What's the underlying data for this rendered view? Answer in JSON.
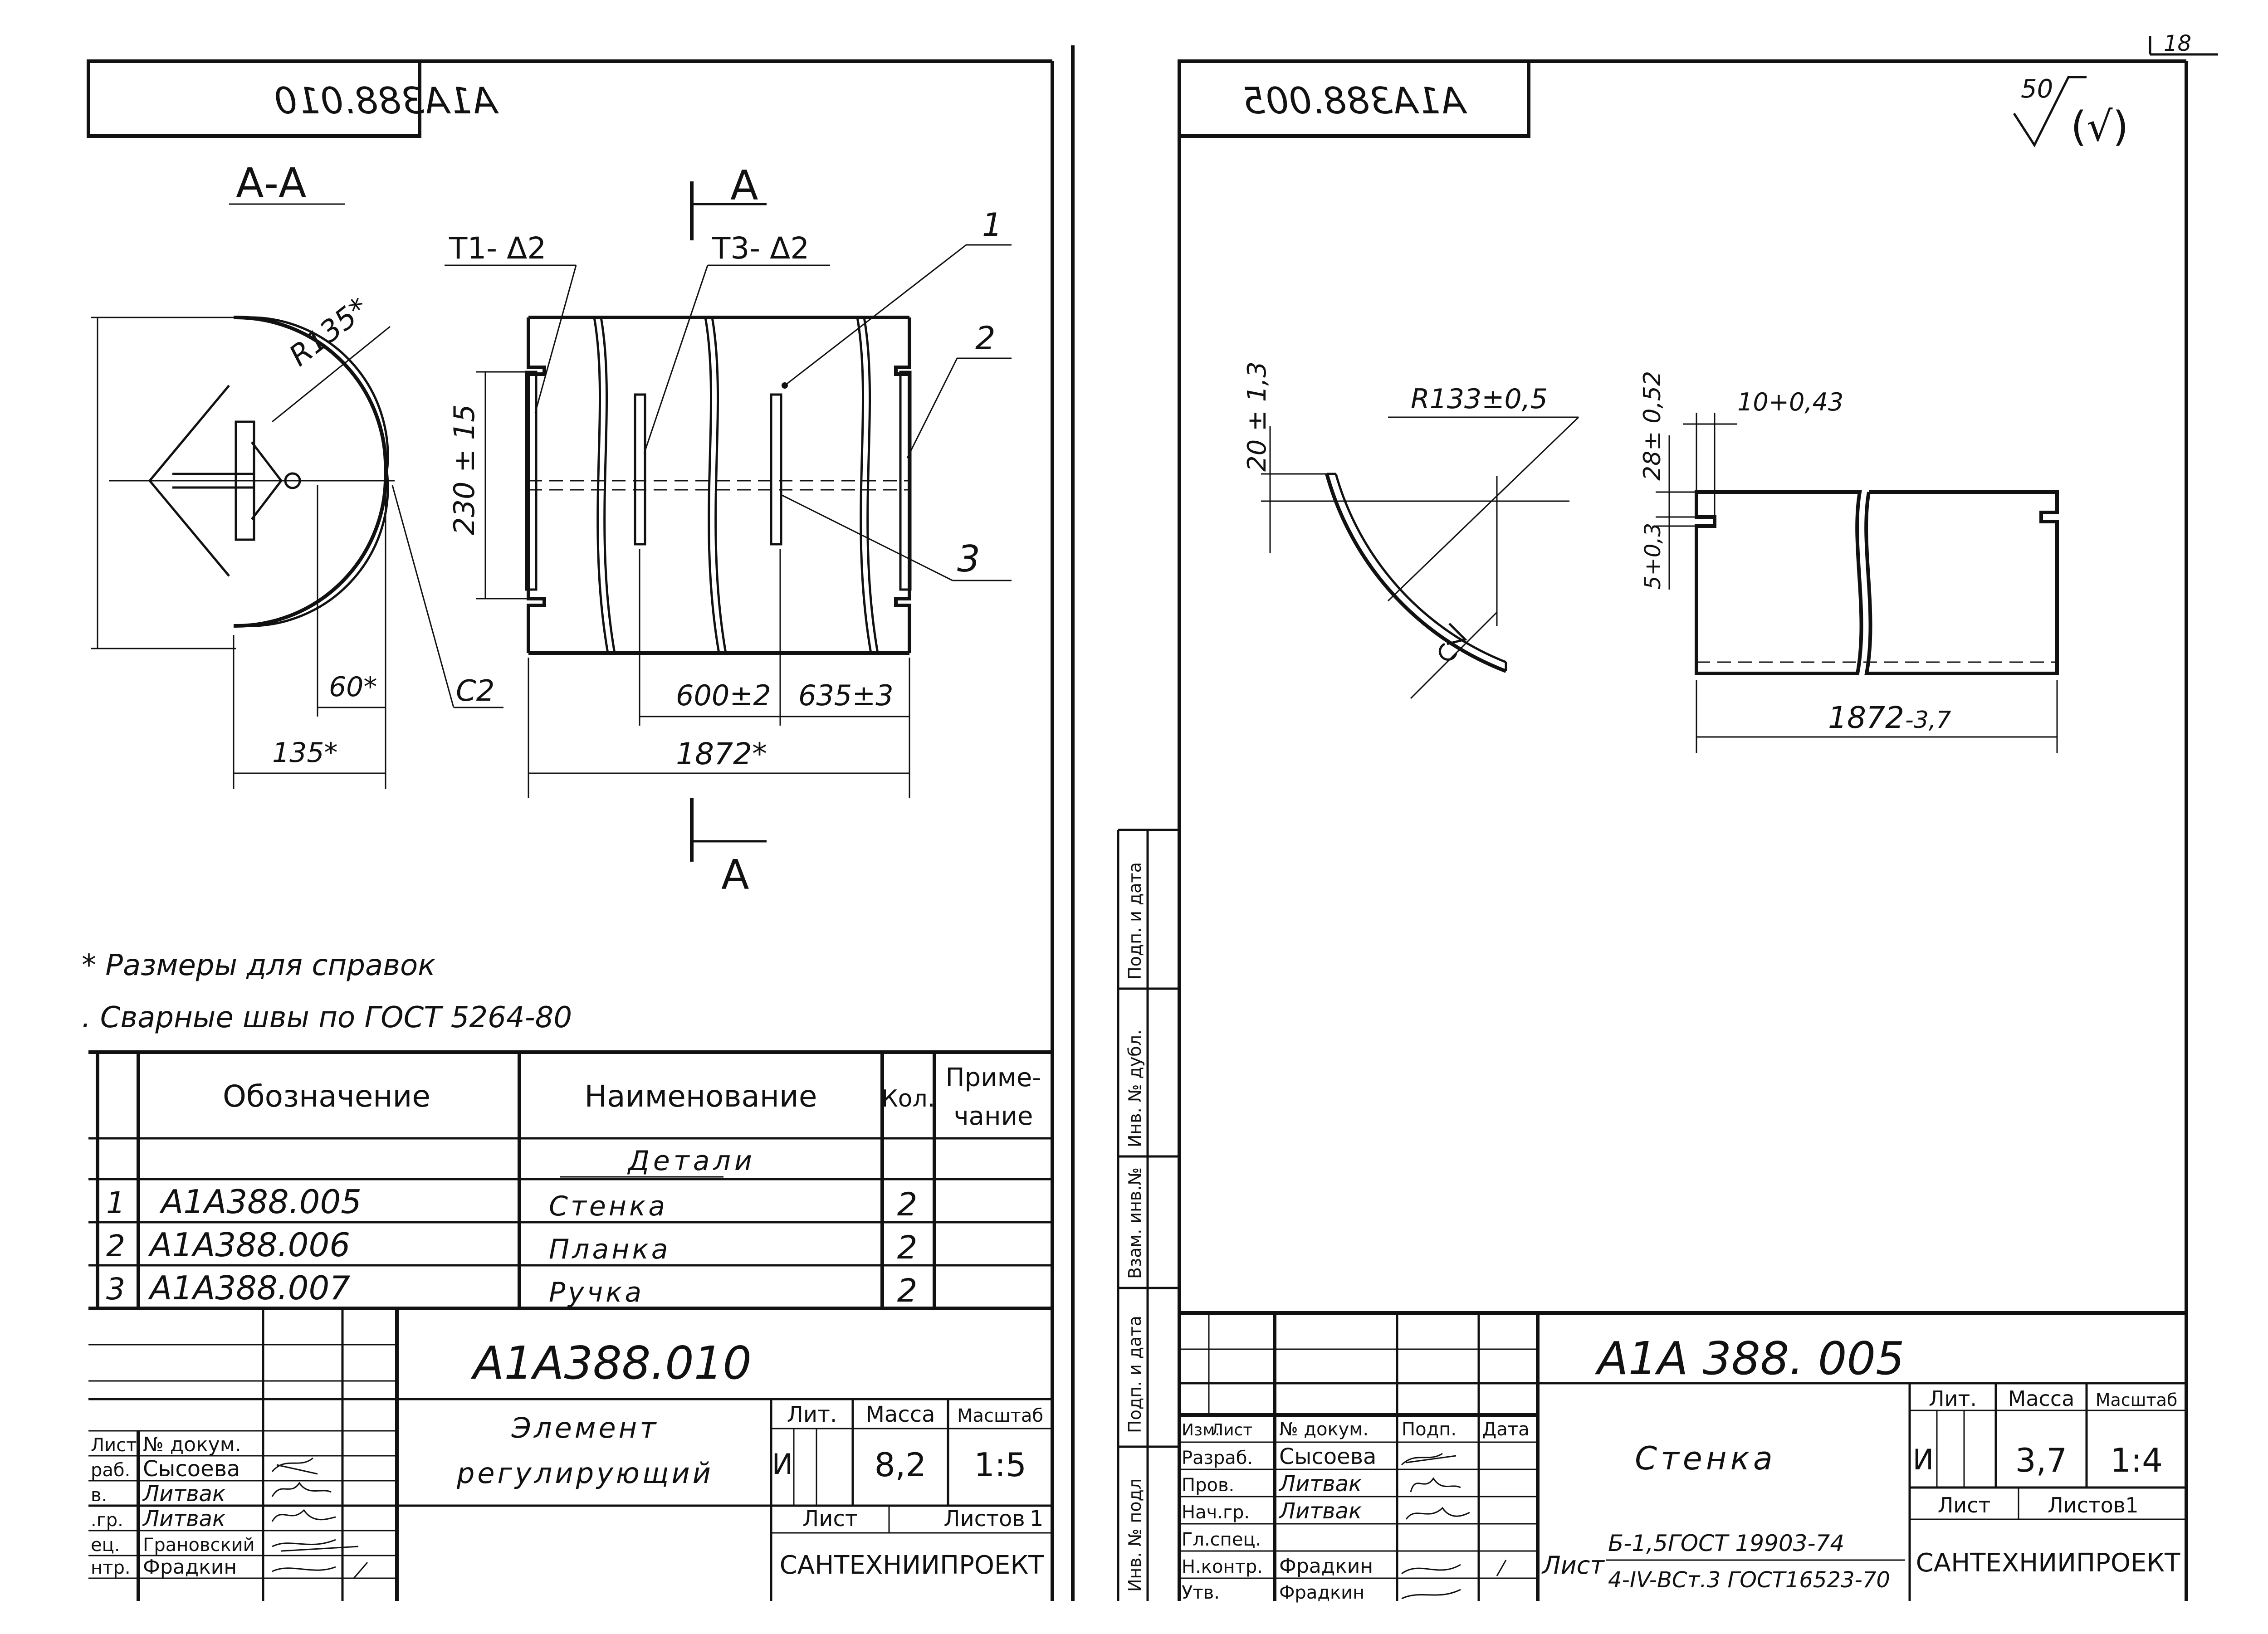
{
  "page_number": "18",
  "left_sheet": {
    "mirrored_stamp": "А1А388.010",
    "section_label": "А-А",
    "cut_marker": "А",
    "weld_labels": [
      "Т1- Δ2",
      "Т3- Δ2"
    ],
    "callouts": [
      "1",
      "2",
      "3"
    ],
    "dims": {
      "radius": "R135*",
      "height": "230 ± 15",
      "d60": "60*",
      "d135": "135*",
      "chamfer": "С2",
      "d600": "600±2",
      "d635": "635±3",
      "d1872": "1872*"
    },
    "notes": [
      "* Размеры  для справок",
      ". Сварные швы по  ГОСТ 5264-80"
    ],
    "spec_header": {
      "designation": "Обозначение",
      "name": "Наименование",
      "qty": "Кол.",
      "note_line1": "Приме-",
      "note_line2": "чание"
    },
    "spec_section": "Детали",
    "spec_rows": [
      {
        "pos": "1",
        "designation": "А1А388.005",
        "name": "Стенка",
        "qty": "2"
      },
      {
        "pos": "2",
        "designation": "А1А388.006",
        "name": "Планка",
        "qty": "2"
      },
      {
        "pos": "3",
        "designation": "А1А388.007",
        "name": "Ручка",
        "qty": "2"
      }
    ],
    "title_block": {
      "doc_number": "А1А388.010",
      "title_line1": "Элемент",
      "title_line2": "регулирующий",
      "lit_header": "Лит.",
      "mass_header": "Масса",
      "scale_header": "Масштаб",
      "lit": "И",
      "mass": "8,2",
      "scale": "1:5",
      "sheet_label": "Лист",
      "sheets_label": "Листов",
      "sheets_count": "1",
      "org": "САНТЕХНИИПРОЕКТ",
      "people": [
        {
          "role": "Лист",
          "name": "№ докум."
        },
        {
          "role": "раб.",
          "name": "Сысоева"
        },
        {
          "role": "в.",
          "name": "Литвак"
        },
        {
          "role": ".гр.",
          "name": "Литвак"
        },
        {
          "role": "ец.",
          "name": "Грановский"
        },
        {
          "role": "нтр.",
          "name": "Фрадкин"
        }
      ]
    }
  },
  "right_sheet": {
    "mirrored_stamp": "А1А388.005",
    "roughness": "50",
    "roughness_suffix": "(√)",
    "dims": {
      "d20": "20 ± 1,3",
      "radius": "R133±0,5",
      "d28": "28± 0,52",
      "d10": "10+0,43",
      "d5": "5+0,3",
      "d1872": "1872",
      "d1872_tol": "-3,7"
    },
    "side_labels": [
      "Инв. № подл",
      "Подп. и дата",
      "Взам. инв.№",
      "Инв. № дубл.",
      "Подп. и дата"
    ],
    "title_block": {
      "doc_number": "А1А 388. 005",
      "title": "Стенка",
      "lit_header": "Лит.",
      "mass_header": "Масса",
      "scale_header": "Масштаб",
      "lit": "И",
      "mass": "3,7",
      "scale": "1:4",
      "sheet_label": "Лист",
      "sheets_label": "Листов",
      "sheets_count": "1",
      "org": "САНТЕХНИИПРОЕКТ",
      "col_headers": [
        "Изм.",
        "Лист",
        "№ докум.",
        "Подп.",
        "Дата"
      ],
      "people": [
        {
          "role": "Разраб.",
          "name": "Сысоева"
        },
        {
          "role": "Пров.",
          "name": "Литвак"
        },
        {
          "role": "Нач.гр.",
          "name": "Литвак"
        },
        {
          "role": "Гл.спец.",
          "name": ""
        },
        {
          "role": "Н.контр.",
          "name": "Фрадкин"
        },
        {
          "role": "Утв.",
          "name": "Фрадкин"
        }
      ],
      "material_prefix": "Лист",
      "material_line1": "Б-1,5ГОСТ 19903-74",
      "material_line2": "4-IV-ВСт.3 ГОСТ16523-70"
    }
  }
}
